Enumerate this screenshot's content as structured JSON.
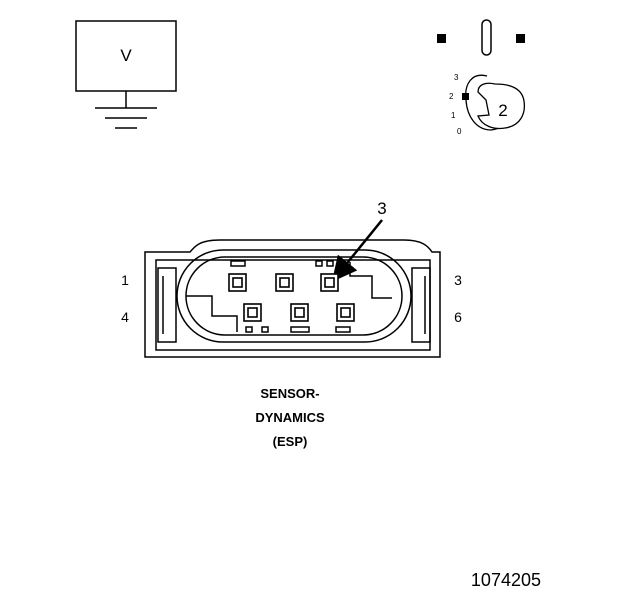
{
  "voltmeter": {
    "symbol": "V"
  },
  "ignition": {
    "positions": [
      "3",
      "2",
      "1",
      "0"
    ],
    "callout": "2"
  },
  "connector": {
    "pin_labels": {
      "top_left": "1",
      "top_right": "3",
      "bottom_left": "4",
      "bottom_right": "6"
    },
    "pointer_label": "3",
    "caption": [
      "SENSOR-",
      "DYNAMICS",
      "(ESP)"
    ]
  },
  "document_number": "1074205"
}
